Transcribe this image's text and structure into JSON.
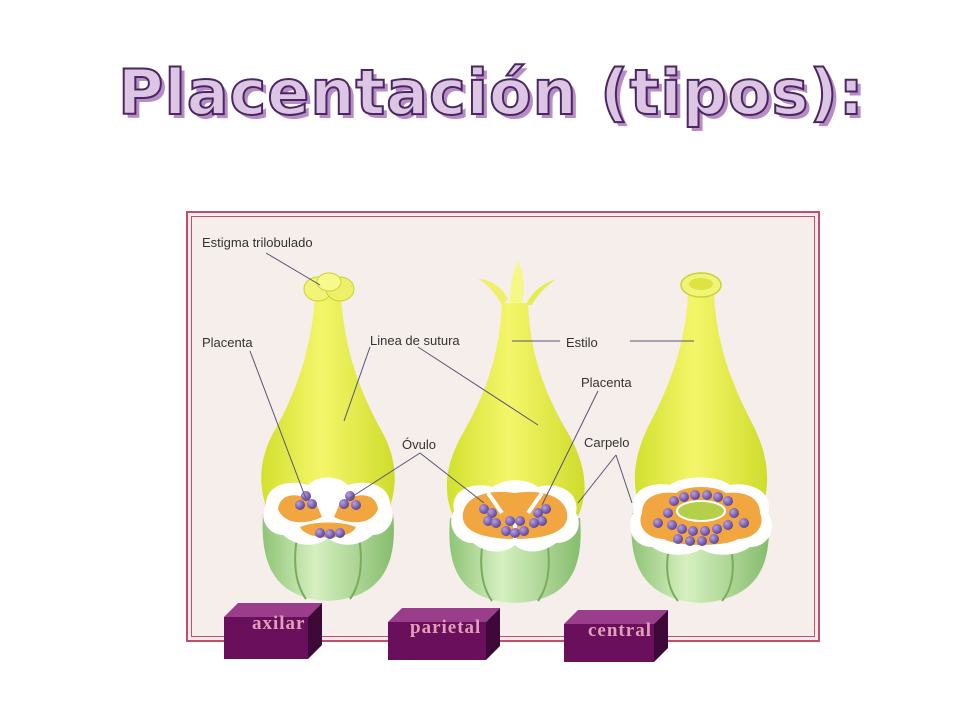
{
  "title": "Placentación (tipos):",
  "labels": {
    "estigma": "Estigma trilobulado",
    "placenta_left": "Placenta",
    "linea_sutura": "Linea de sutura",
    "estilo": "Estilo",
    "placenta_right": "Placenta",
    "ovulo": "Óvulo",
    "carpelo": "Carpelo"
  },
  "tabs": [
    {
      "label": "axilar"
    },
    {
      "label": "parietal"
    },
    {
      "label": "central"
    }
  ],
  "colors": {
    "frame": "#c0506a",
    "ovary_green": "#b9df9a",
    "style_yellow": "#e6ee3a",
    "locule_orange": "#f2a640",
    "ovule_purple": "#7b5cb0",
    "tab_face": "#6a0f5c"
  }
}
